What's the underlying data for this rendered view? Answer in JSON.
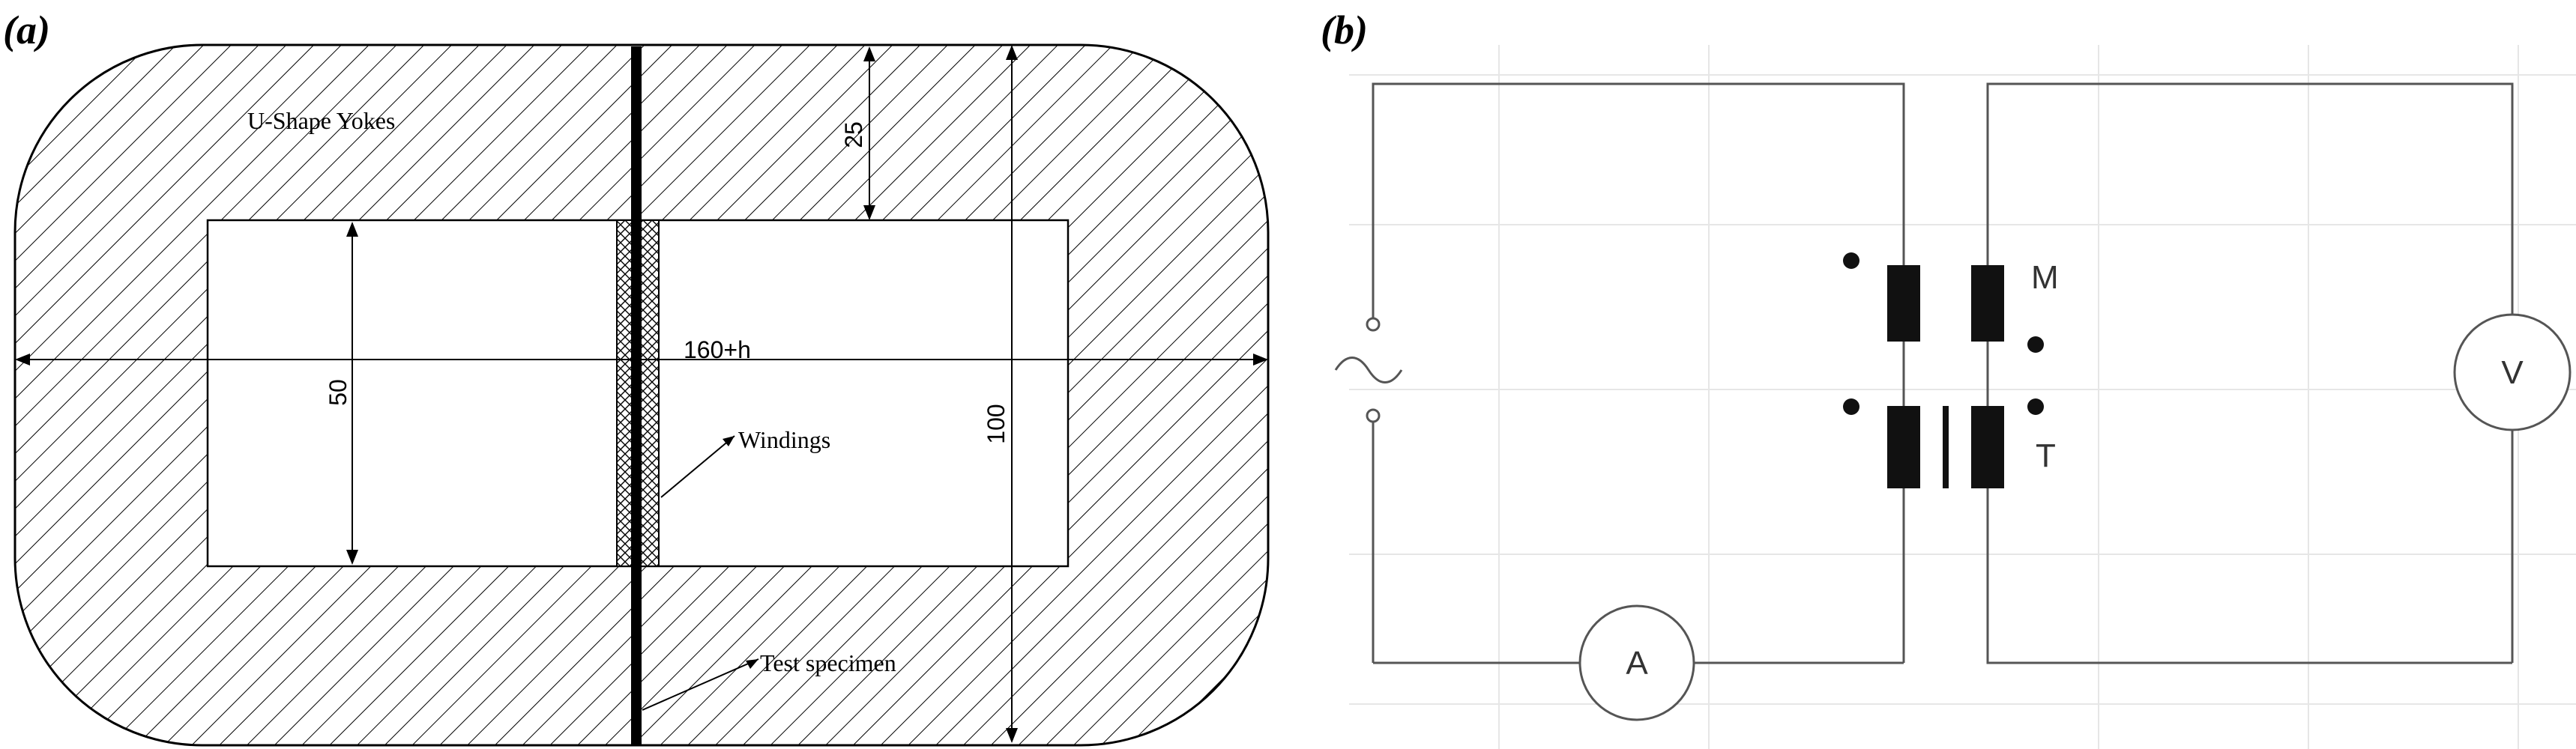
{
  "panel_a": {
    "label": "(a)",
    "yoke_label": "U-Shape Yokes",
    "windings_label": "Windings",
    "specimen_label": "Test specimen",
    "dim_length": "160+h",
    "dim_inner_height": "50",
    "dim_outer_height": "100",
    "dim_yoke_thickness": "25"
  },
  "panel_b": {
    "label": "(b)",
    "source_symbol": "~",
    "ammeter": "A",
    "voltmeter": "V",
    "mutual_inductor": "M",
    "transformer": "T"
  },
  "colors": {
    "line": "#000000",
    "grid": "#e6e6e6",
    "wire": "#555555"
  }
}
